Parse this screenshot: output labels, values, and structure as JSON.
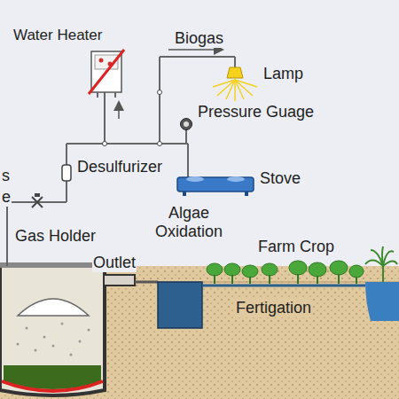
{
  "diagram": {
    "labels": [
      "Water Heater",
      "Biogas",
      "Lamp",
      "Pressure Guage",
      "Desulfurizer",
      "Stove",
      "s",
      "e",
      "Gas Holder",
      "Algae Oxidation",
      "Outlet",
      "Farm Crop",
      "Fertigation"
    ]
  }
}
